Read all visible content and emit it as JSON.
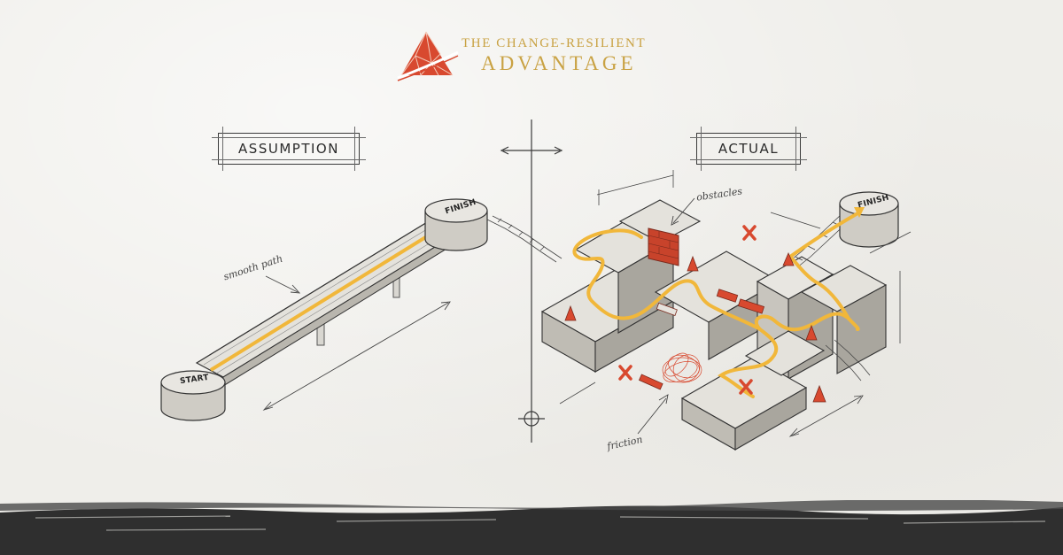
{
  "brand": {
    "line1": "THE CHANGE-RESILIENT",
    "line2": "ADVANTAGE",
    "logo_icon": "pyramid-logo-icon",
    "brand_color": "#c9a243",
    "logo_color": "#d8492f"
  },
  "panels": {
    "left": {
      "label": "ASSUMPTION"
    },
    "right": {
      "label": "ACTUAL"
    }
  },
  "annotations": {
    "smooth_path": "smooth path",
    "obstacles": "obstacles",
    "friction": "friction"
  },
  "stations": {
    "start": "START",
    "finish_left": "FINISH",
    "finish_right": "FINISH"
  },
  "colors": {
    "ink": "#2b2b2b",
    "path": "#f1b73a",
    "hazard": "#d8492f",
    "concrete": "#d9d7d1"
  }
}
